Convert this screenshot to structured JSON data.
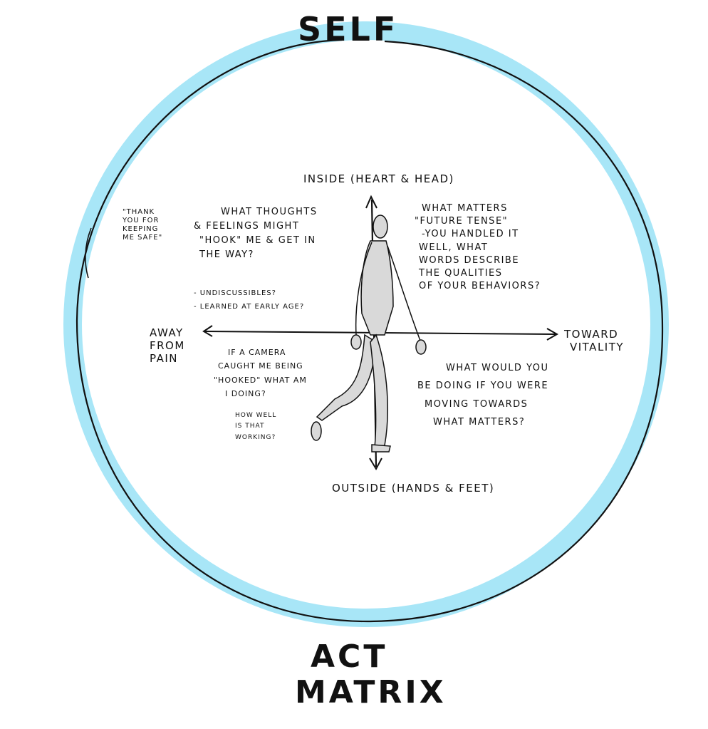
{
  "title": "SELF",
  "footer": {
    "line1": "ACT",
    "line2": "MATRIX"
  },
  "axes": {
    "top": "INSIDE (HEART & HEAD)",
    "bottom": "OUTSIDE (HANDS & FEET)",
    "left": [
      "AWAY",
      "FROM",
      "PAIN"
    ],
    "right": [
      "TOWARD",
      "VITALITY"
    ]
  },
  "side_note": [
    "\"THANK",
    "YOU FOR",
    "KEEPING",
    "ME SAFE\""
  ],
  "quadrants": {
    "top_left": [
      "WHAT THOUGHTS",
      "& FEELINGS MIGHT",
      "\"HOOK\" ME & GET IN",
      "THE WAY?"
    ],
    "top_left_list": [
      "- UNDISCUSSIBLES?",
      "- LEARNED AT EARLY AGE?"
    ],
    "top_right": [
      "WHAT MATTERS",
      "\"FUTURE TENSE\"",
      "-YOU HANDLED IT",
      "WELL, WHAT",
      "WORDS DESCRIBE",
      "THE QUALITIES",
      "OF YOUR BEHAVIORS?"
    ],
    "bottom_left": [
      "IF A CAMERA",
      "CAUGHT ME BEING",
      "\"HOOKED\" WHAT AM",
      "I DOING?"
    ],
    "bottom_left_small": [
      "HOW WELL",
      "IS THAT",
      "WORKING?"
    ],
    "bottom_right": [
      "WHAT WOULD YOU",
      "BE DOING IF YOU WERE",
      "MOVING TOWARDS",
      "WHAT MATTERS?"
    ]
  },
  "colors": {
    "ring": "#a8e6f7",
    "ink": "#111111",
    "figure_fill": "#d9d9d9"
  }
}
